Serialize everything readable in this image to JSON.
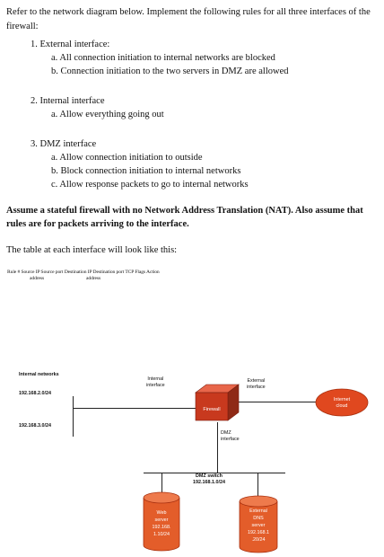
{
  "intro": "Refer to the network diagram below. Implement the following rules for all three interfaces of the firewall:",
  "sections": [
    {
      "heading": "1. External interface:",
      "items": [
        "a. All connection initiation to internal networks are blocked",
        "b. Connection initiation to the two servers in DMZ are allowed"
      ]
    },
    {
      "heading": "2. Internal interface",
      "items": [
        "a. Allow everything going out"
      ]
    },
    {
      "heading": "3. DMZ interface",
      "items": [
        "a. Allow connection initiation to outside",
        "b. Block connection initiation to internal networks",
        "c. Allow response packets to go to internal networks"
      ]
    }
  ],
  "assumption": "Assume a stateful firewall with no Network Address Translation (NAT). Also assume that rules are for packets arriving to the interface.",
  "table_intro": "The table at each interface will look like this:",
  "table_header": {
    "line1": "Rule # Source IP Source port Destination IP Destination port TCP Flags Action",
    "line2a": "address",
    "line2b": "address"
  },
  "diagram": {
    "internal_networks": "Internal networks",
    "net1": "192.168.2.0/24",
    "net2": "192.168.3.0/24",
    "internal_interface": [
      "Internal",
      "interface"
    ],
    "external_interface": [
      "External",
      "interface"
    ],
    "firewall": "Firewall",
    "dmz_interface": [
      "DMZ",
      "interface"
    ],
    "internet": [
      "Internet",
      "cloud"
    ],
    "dmz_switch": [
      "DMZ switch",
      "192.168.1.0/24"
    ],
    "web_server": [
      "Web",
      "server",
      "192.168.",
      "1.10/24"
    ],
    "dns_server": [
      "External",
      "DNS",
      "server",
      "192.168.1",
      ".20/24"
    ],
    "colors": {
      "firewall": "#c8391e",
      "internet": "#e0481f",
      "servers": "#e35d2a"
    }
  }
}
